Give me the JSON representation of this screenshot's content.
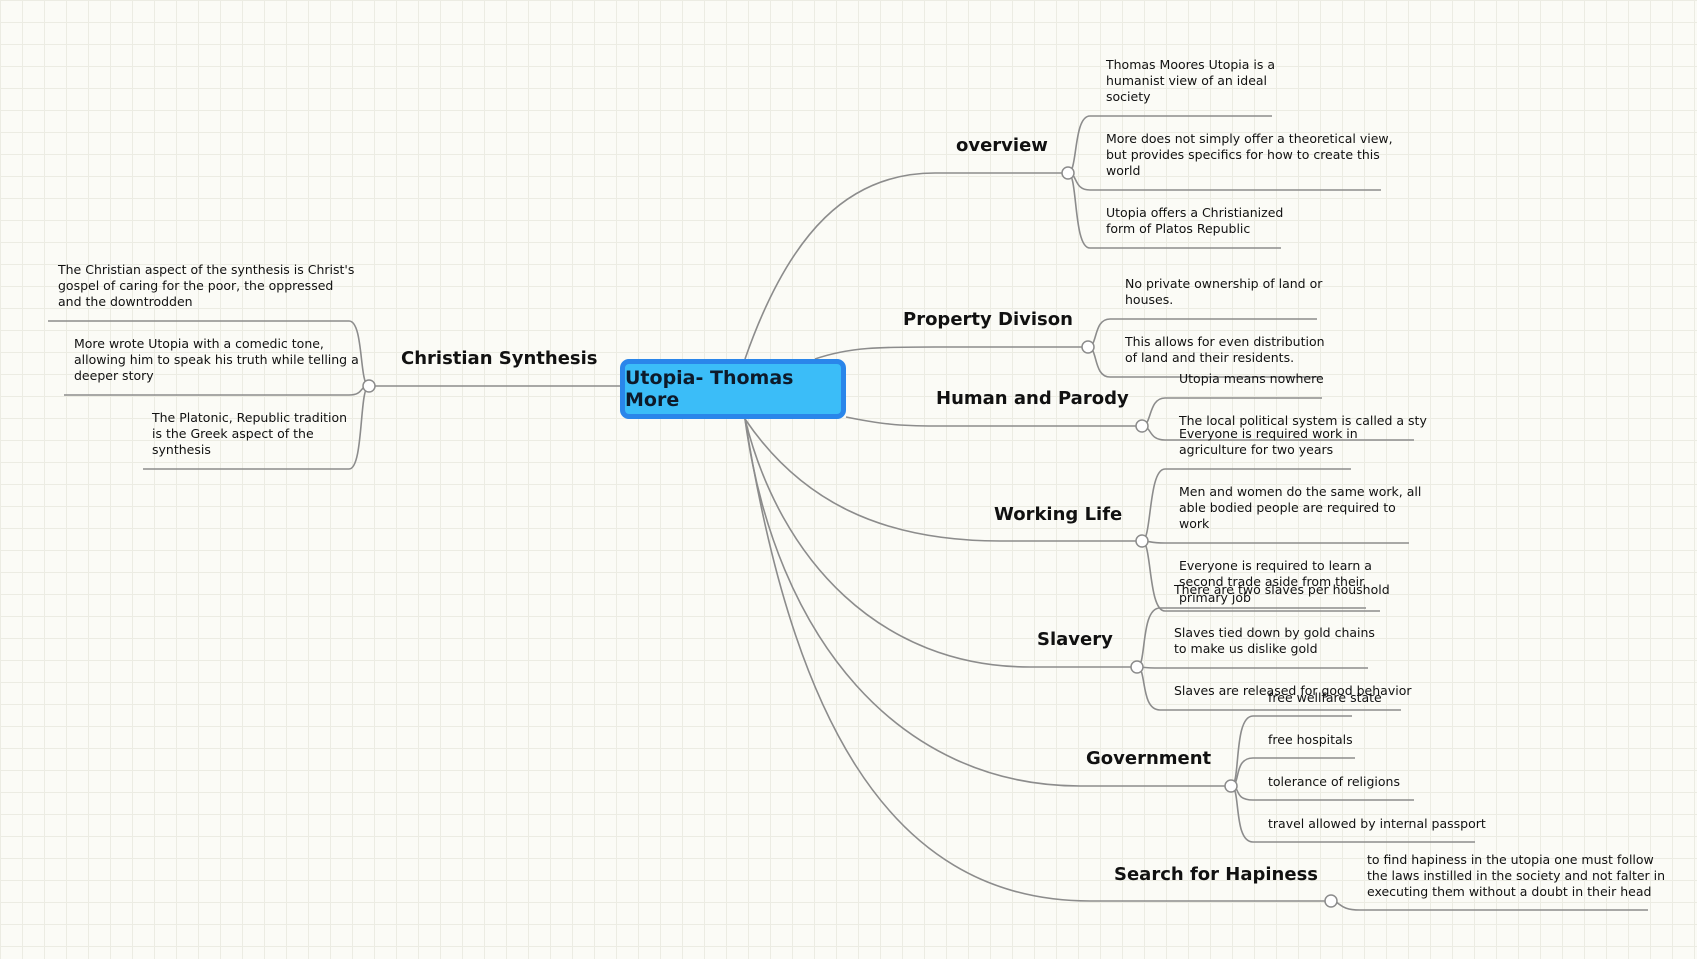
{
  "central_topic": "Utopia- Thomas More",
  "branches": {
    "overview": {
      "label": "overview",
      "items": [
        "Thomas Moores Utopia is a\nhumanist view of an ideal\nsociety",
        "More does not simply offer a theoretical view,\nbut provides specifics for how to create this\nworld",
        "Utopia offers a Christianized\nform of Platos Republic"
      ]
    },
    "property": {
      "label": "Property Divison",
      "items": [
        "No private ownership of land or\nhouses.",
        "This allows for even distribution\nof land and their residents."
      ]
    },
    "human": {
      "label": "Human and Parody",
      "items": [
        "Utopia means nowhere",
        "The local political system is called a sty"
      ]
    },
    "working": {
      "label": "Working Life",
      "items": [
        "Everyone is required work in\nagriculture for two years",
        "Men and women do the same work, all\nable bodied people are required to\nwork",
        "Everyone is required to learn a\nsecond trade aside from their\nprimary job"
      ]
    },
    "slavery": {
      "label": "Slavery",
      "items": [
        "There are two slaves per houshold",
        "Slaves tied down by gold chains\nto make us dislike gold",
        "Slaves are released for good behavior"
      ]
    },
    "government": {
      "label": "Government",
      "items": [
        "free wellfare state",
        "free hospitals",
        "tolerance of religions",
        "travel allowed by internal passport"
      ]
    },
    "happiness": {
      "label": "Search for Hapiness",
      "items": [
        "to find hapiness in the utopia one must follow\nthe laws instilled in the society and not falter in\nexecuting them without a doubt in their head"
      ]
    },
    "christian": {
      "label": "Christian Synthesis",
      "items": [
        "The Christian aspect of the synthesis is Christ's\ngospel of caring for the poor, the oppressed\nand the downtrodden",
        "More wrote Utopia with a comedic tone,\nallowing him to speak his truth while telling a\ndeeper story",
        "The Platonic, Republic tradition\nis the Greek aspect of the\nsynthesis"
      ]
    }
  },
  "colors": {
    "central_fill": "#3bbdf8",
    "central_border": "#2a86ea",
    "connector": "#8c8c8c",
    "background": "#fbfbf6"
  }
}
